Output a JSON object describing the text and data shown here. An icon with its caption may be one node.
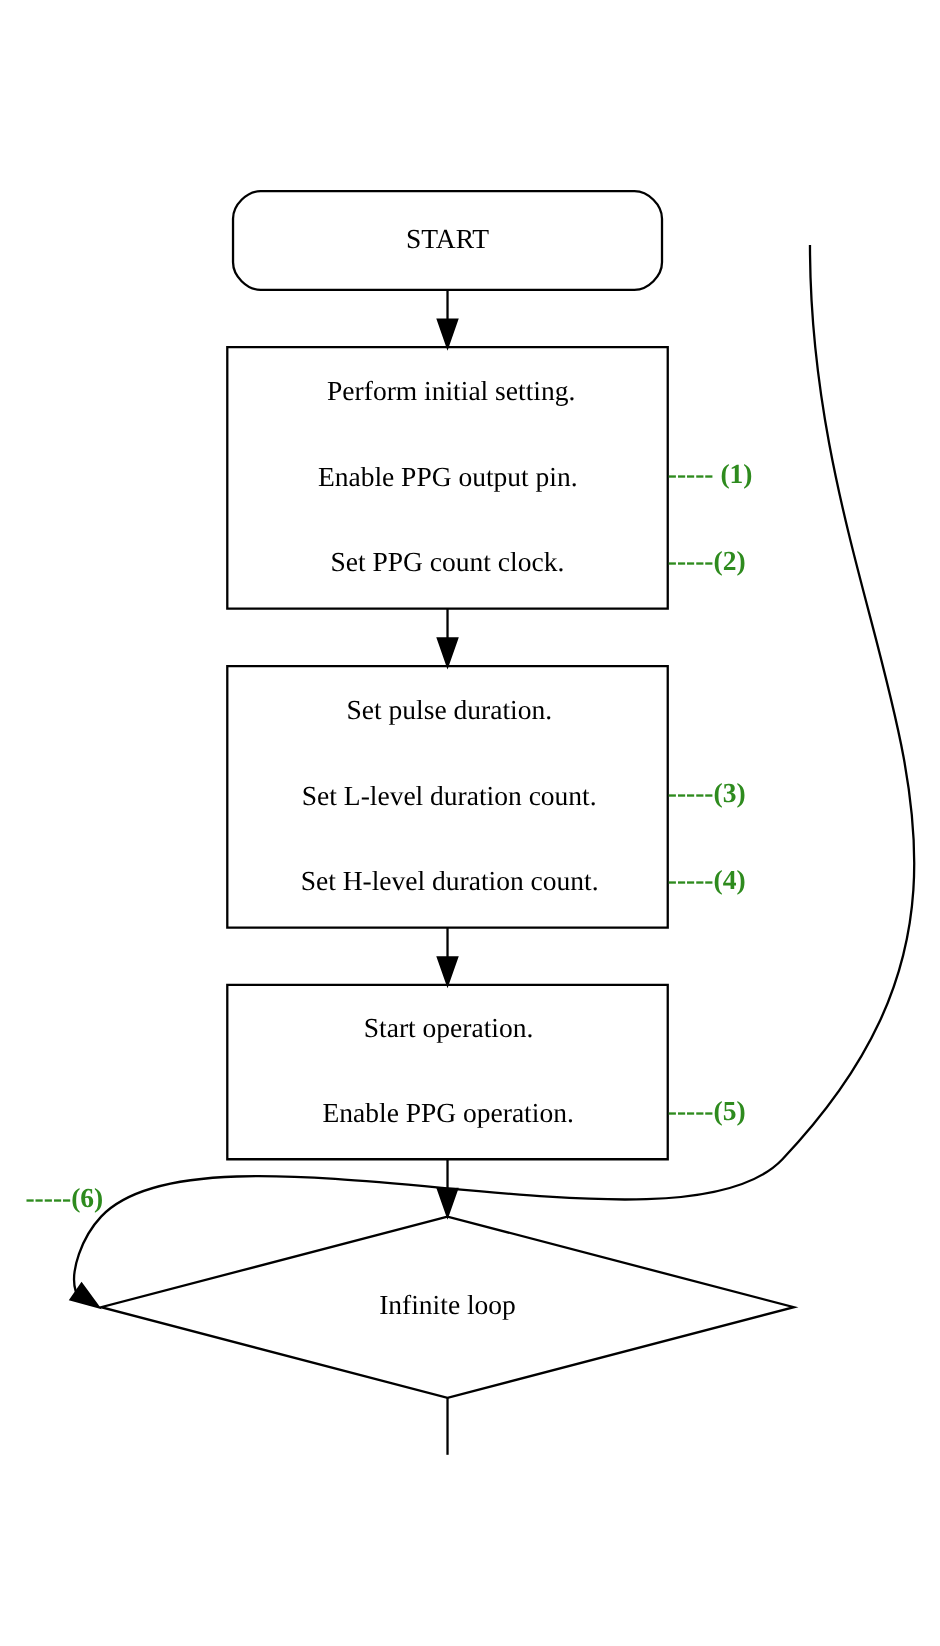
{
  "diagram": {
    "nodes": [
      {
        "text": [
          "START"
        ]
      },
      {
        "text": [
          "Perform initial setting.",
          "Enable PPG output pin.",
          "Set PPG count clock."
        ],
        "beside": [
          "----- (1)",
          "-----(2)"
        ]
      },
      {
        "text": [
          "Set pulse duration.",
          "Set L-level duration count.",
          "Set H-level duration count."
        ],
        "beside": [
          "-----(3)",
          "-----(4)"
        ]
      },
      {
        "text": [
          "Start operation.",
          "Enable PPG operation."
        ],
        "beside": [
          "-----(5)"
        ]
      },
      {
        "text": [
          "Infinite loop"
        ],
        "beside": [
          "-----(6)"
        ]
      }
    ],
    "edges": [
      {
        "from": 0,
        "to": 1,
        "arrow": "to"
      },
      {
        "from": 1,
        "to": 2,
        "arrow": "to"
      },
      {
        "from": 2,
        "to": 3,
        "arrow": "to"
      },
      {
        "from": 3,
        "to": 4,
        "arrow": "to"
      },
      {
        "from": null,
        "to": 4,
        "arrow": "to"
      },
      {
        "from": 4,
        "to": null,
        "arrow": "none"
      }
    ]
  }
}
